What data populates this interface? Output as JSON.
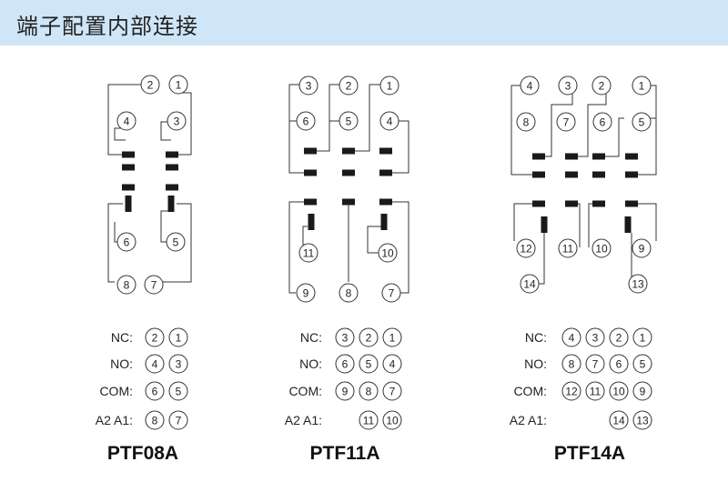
{
  "header": {
    "title": "端子配置内部连接"
  },
  "row_labels": {
    "nc": "NC:",
    "no": "NO:",
    "com": "COM:",
    "coil": "A2 A1:"
  },
  "models": [
    {
      "name": "PTF08A",
      "pins": [
        {
          "label": "2"
        },
        {
          "label": "1"
        },
        {
          "label": "4"
        },
        {
          "label": "3"
        },
        {
          "label": "6"
        },
        {
          "label": "5"
        },
        {
          "label": "8"
        },
        {
          "label": "7"
        }
      ],
      "legend": {
        "nc": [
          "2",
          "1"
        ],
        "no": [
          "4",
          "3"
        ],
        "com": [
          "6",
          "5"
        ],
        "coil": [
          "8",
          "7"
        ]
      }
    },
    {
      "name": "PTF11A",
      "pins": [
        {
          "label": "3"
        },
        {
          "label": "2"
        },
        {
          "label": "1"
        },
        {
          "label": "6"
        },
        {
          "label": "5"
        },
        {
          "label": "4"
        },
        {
          "label": "11"
        },
        {
          "label": "10"
        },
        {
          "label": "9"
        },
        {
          "label": "8"
        },
        {
          "label": "7"
        }
      ],
      "legend": {
        "nc": [
          "3",
          "2",
          "1"
        ],
        "no": [
          "6",
          "5",
          "4"
        ],
        "com": [
          "9",
          "8",
          "7"
        ],
        "coil": [
          "11",
          "10"
        ]
      }
    },
    {
      "name": "PTF14A",
      "pins": [
        {
          "label": "4"
        },
        {
          "label": "3"
        },
        {
          "label": "2"
        },
        {
          "label": "1"
        },
        {
          "label": "8"
        },
        {
          "label": "7"
        },
        {
          "label": "6"
        },
        {
          "label": "5"
        },
        {
          "label": "12"
        },
        {
          "label": "11"
        },
        {
          "label": "10"
        },
        {
          "label": "9"
        },
        {
          "label": "14"
        },
        {
          "label": "13"
        }
      ],
      "legend": {
        "nc": [
          "4",
          "3",
          "2",
          "1"
        ],
        "no": [
          "8",
          "7",
          "6",
          "5"
        ],
        "com": [
          "12",
          "11",
          "10",
          "9"
        ],
        "coil": [
          "14",
          "13"
        ]
      }
    }
  ]
}
